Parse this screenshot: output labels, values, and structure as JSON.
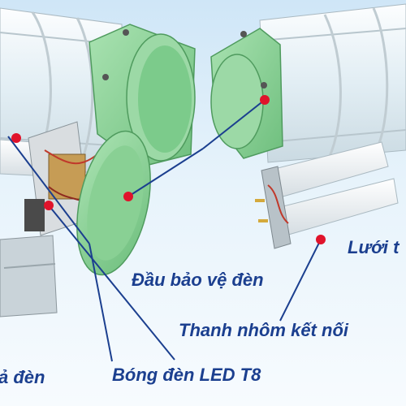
{
  "labels": {
    "dau_bao_ve_den": "Đầu bảo vệ đèn",
    "luoi": "Lưới t",
    "thanh_nhom": "Thanh nhôm kết nối",
    "bong_den": "Bóng đèn LED T8",
    "vo_den": "ả đèn"
  },
  "colors": {
    "background": "#d8ecf8",
    "housing_green": "#8ed49a",
    "label_blue": "#1b3f8f",
    "pointer_red": "#e0132b",
    "glass": "#eef5f8"
  }
}
